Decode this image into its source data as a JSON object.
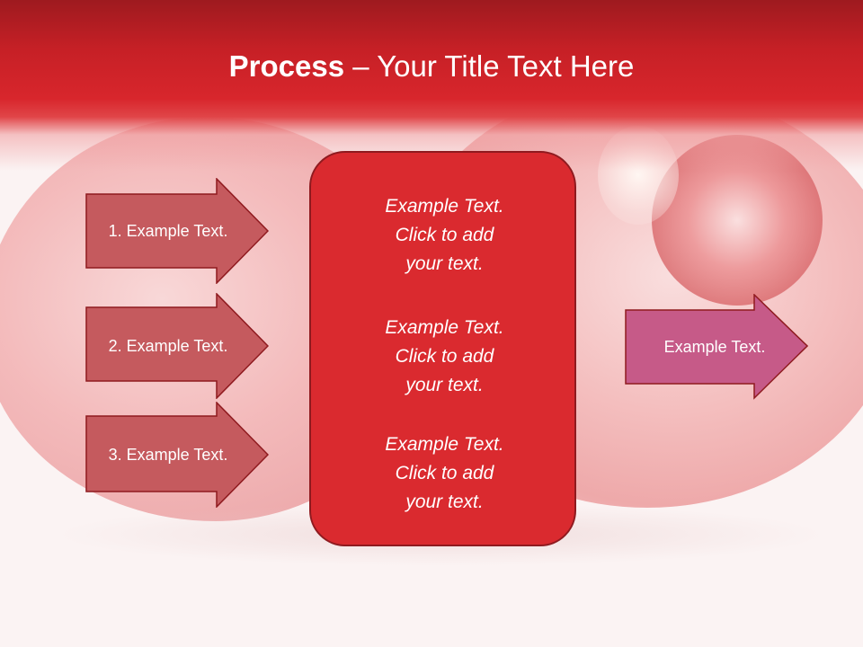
{
  "slide": {
    "title_bold": "Process",
    "title_rest": " – Your Title Text Here"
  },
  "left_arrows": [
    {
      "label": "1. Example Text."
    },
    {
      "label": "2. Example Text."
    },
    {
      "label": "3. Example Text."
    }
  ],
  "center_panel": {
    "blocks": [
      {
        "line1": "Example Text.",
        "line2": "Click  to add",
        "line3": "your text."
      },
      {
        "line1": "Example Text.",
        "line2": "Click  to add",
        "line3": "your text."
      },
      {
        "line1": "Example Text.",
        "line2": "Click  to add",
        "line3": "your text."
      }
    ]
  },
  "right_arrow": {
    "label": "Example Text."
  },
  "colors": {
    "title_band": "#c62026",
    "left_arrow_fill": "#c55a5e",
    "center_panel_fill": "#da2a2f",
    "right_arrow_fill": "#c65a88",
    "outline": "#8f1a1f"
  }
}
